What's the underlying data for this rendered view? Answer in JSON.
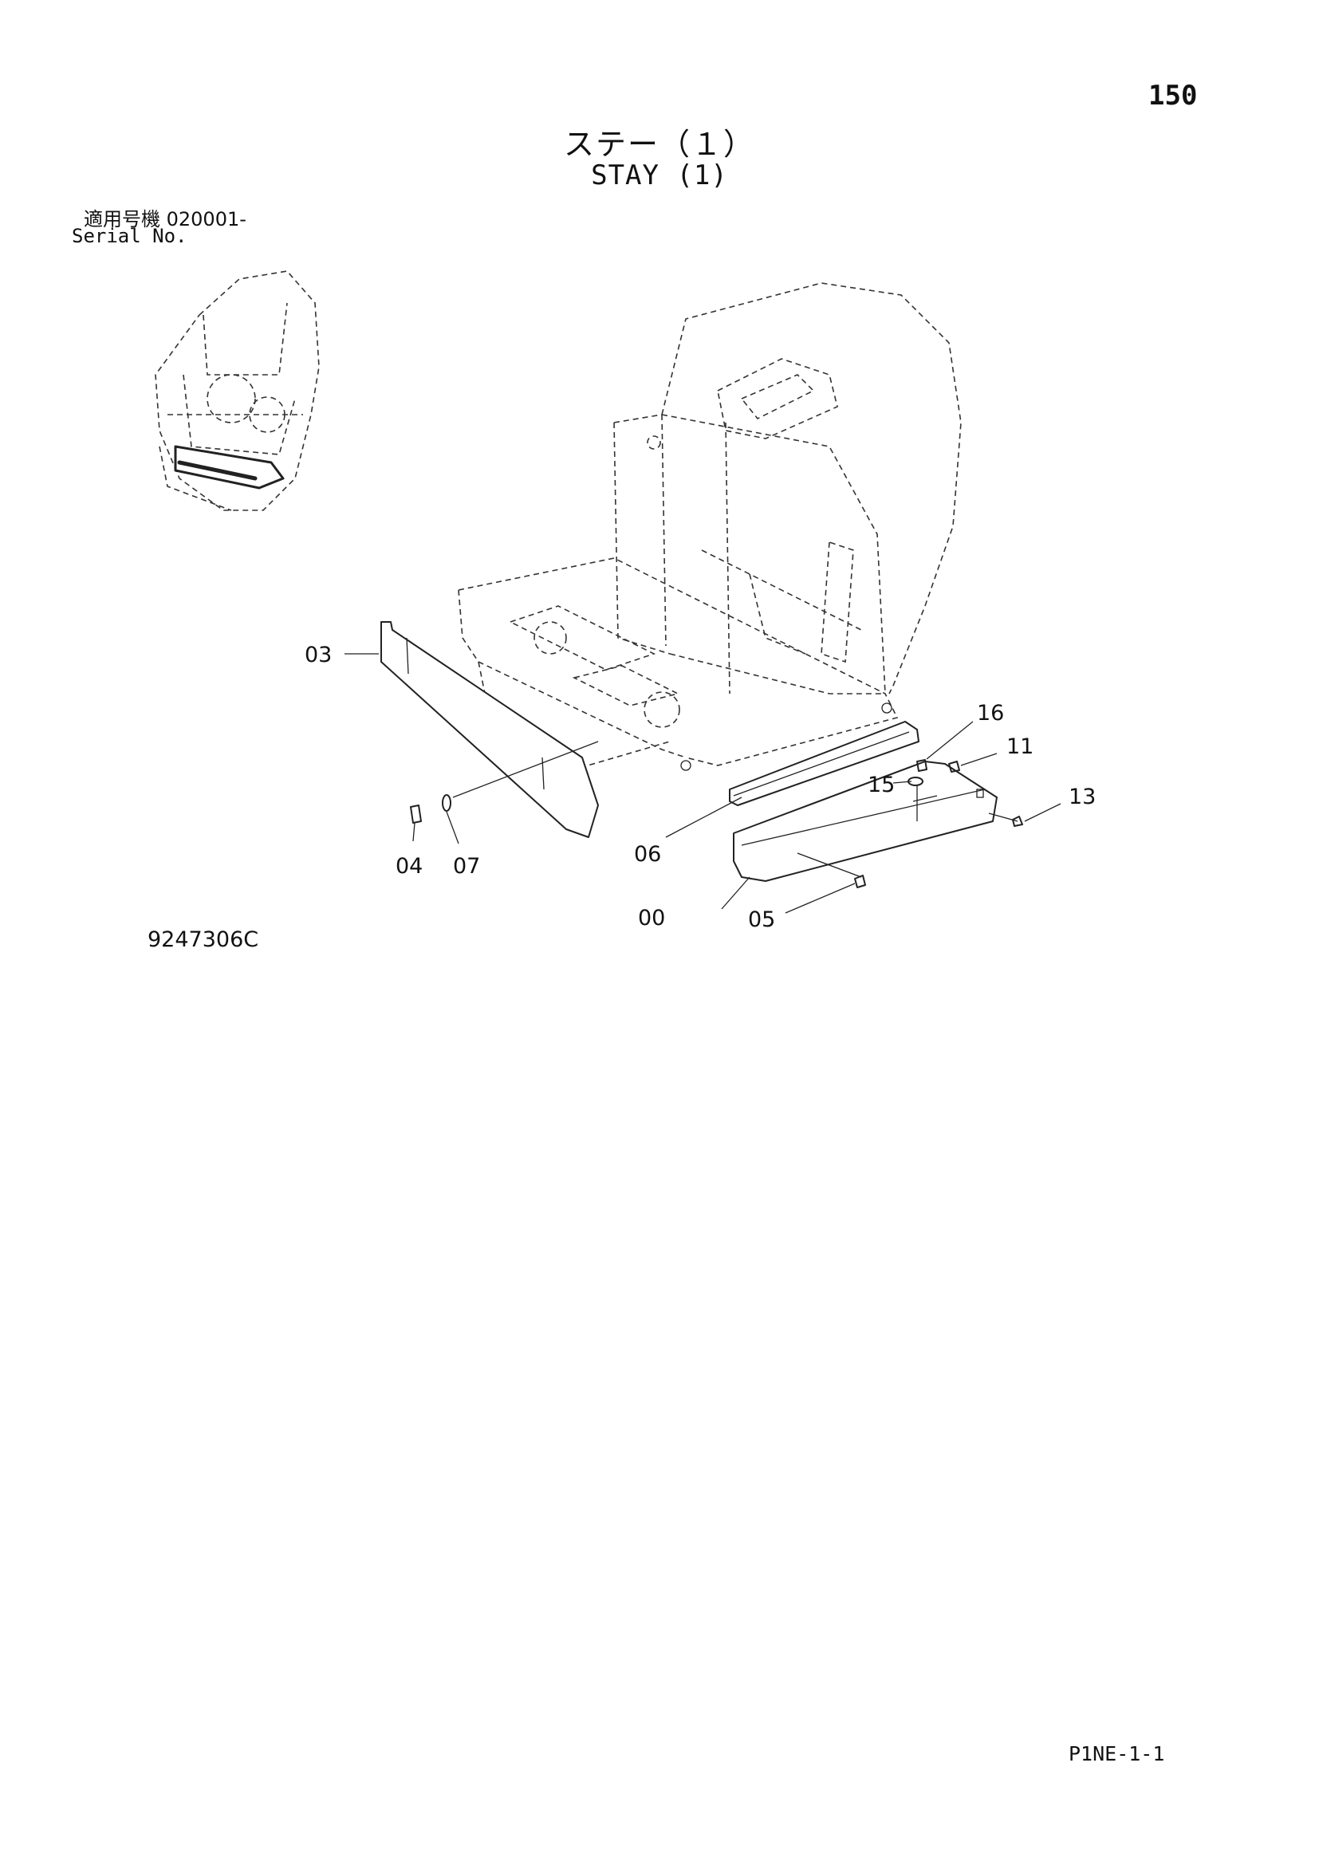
{
  "page": {
    "number": "150",
    "title_jp": "ステー（１）",
    "title_en": "STAY (1)",
    "serial_label_jp": "適用号機  020001-",
    "serial_label_en": "Serial No.",
    "drawing_id": "9247306C",
    "page_code": "P1NE-1-1"
  },
  "callouts": [
    "03",
    "16",
    "11",
    "15",
    "13",
    "06",
    "04",
    "07",
    "00",
    "05"
  ]
}
